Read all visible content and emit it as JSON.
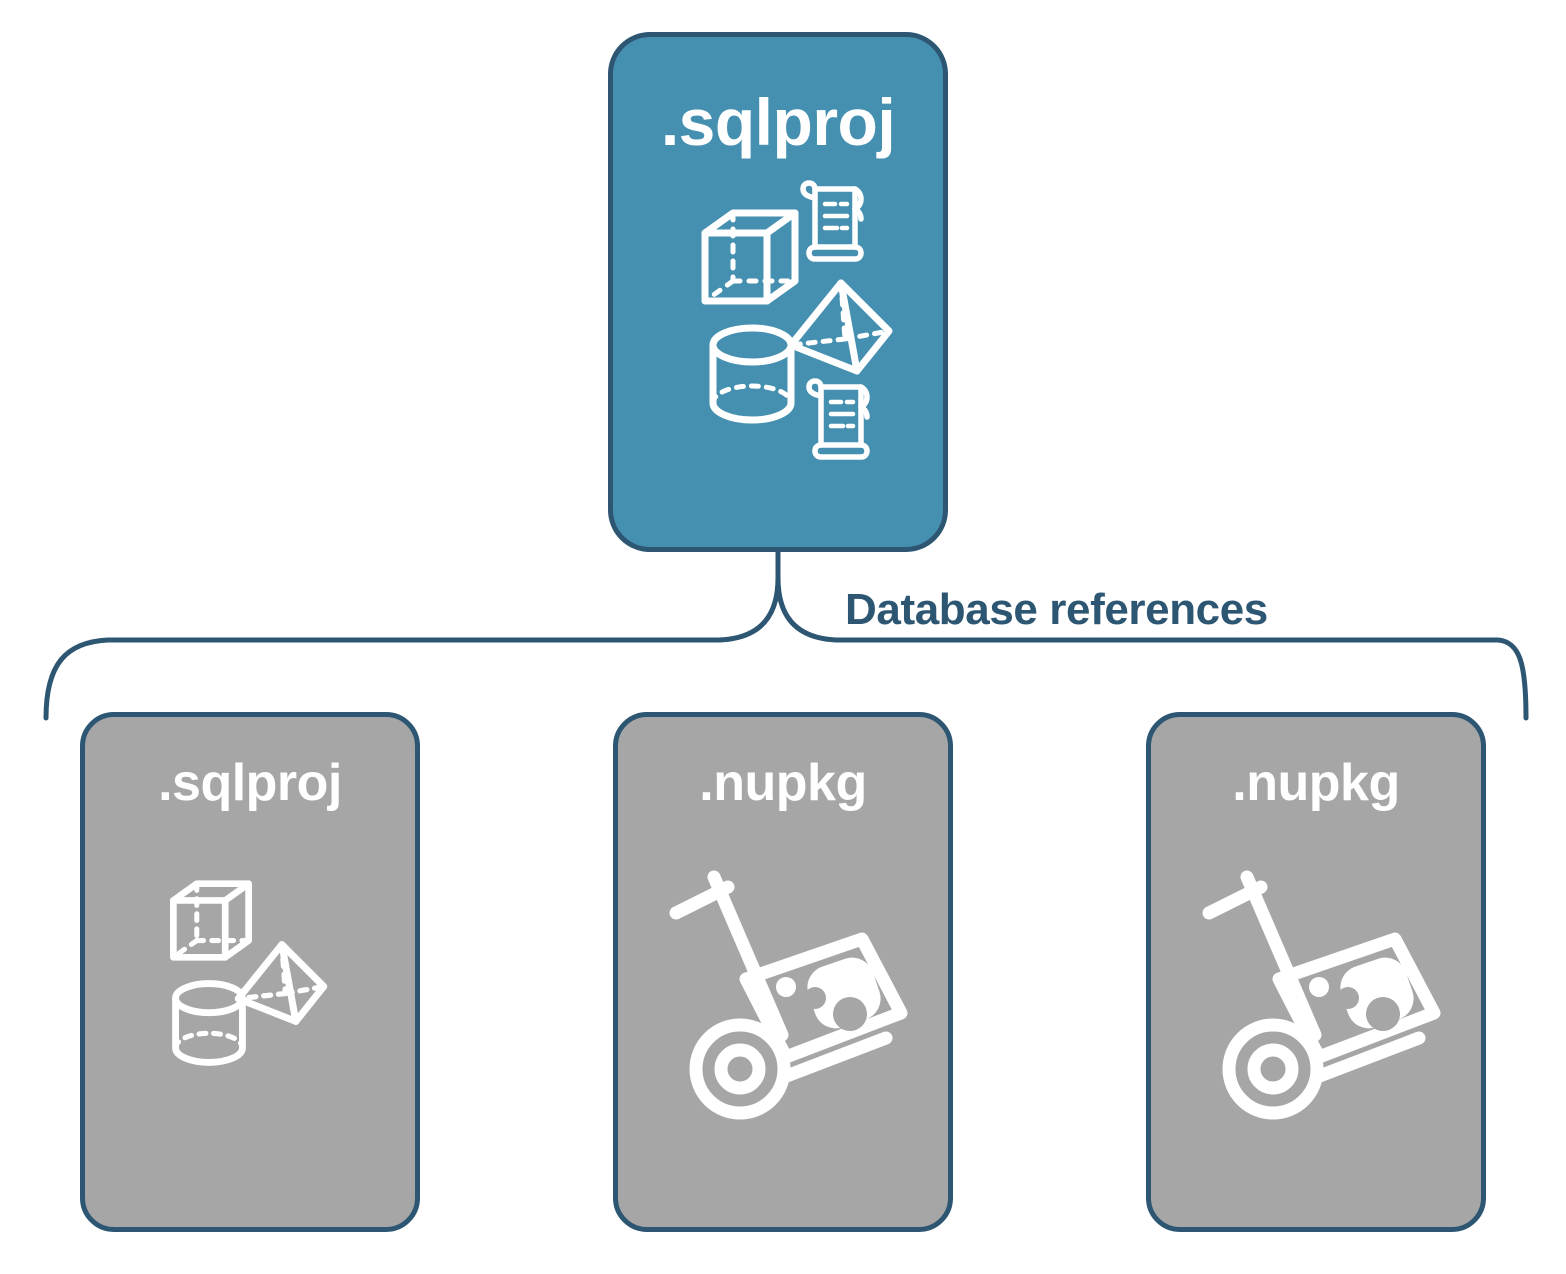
{
  "diagram": {
    "title_text": "Database references",
    "colors": {
      "primary_fill": "#4590b0",
      "secondary_fill": "#a6a6a6",
      "border": "#2d5673",
      "label": "#2d5673",
      "icon": "#ffffff",
      "background": "#ffffff"
    },
    "root": {
      "label": ".sqlproj",
      "type": "sql-project",
      "icons": [
        "cube-icon",
        "pyramid-icon",
        "cylinder-icon",
        "scroll-icon",
        "scroll-icon"
      ]
    },
    "connector": {
      "label": "Database references",
      "style": "curly-brace"
    },
    "children": [
      {
        "label": ".sqlproj",
        "type": "sql-project",
        "icons": [
          "cube-icon",
          "pyramid-icon",
          "cylinder-icon"
        ]
      },
      {
        "label": ".nupkg",
        "type": "nuget-package",
        "icons": [
          "hand-truck-package-icon"
        ]
      },
      {
        "label": ".nupkg",
        "type": "nuget-package",
        "icons": [
          "hand-truck-package-icon"
        ]
      }
    ]
  }
}
